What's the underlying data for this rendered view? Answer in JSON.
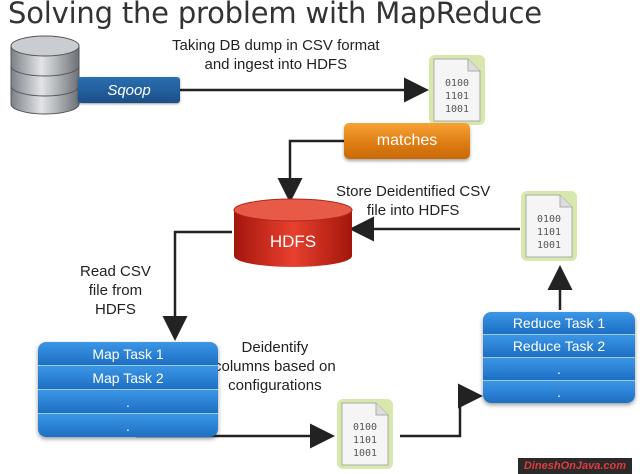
{
  "title": "Solving the problem with MapReduce",
  "sqoop": {
    "label": "Sqoop"
  },
  "ingest_note": {
    "line1": "Taking DB dump in CSV format",
    "line2": "and ingest into HDFS"
  },
  "matches": {
    "label": "matches"
  },
  "hdfs": {
    "label": "HDFS"
  },
  "store_note": {
    "line1": "Store Deidentified CSV",
    "line2": "file into HDFS"
  },
  "read_note": {
    "line1": "Read CSV",
    "line2": "file from",
    "line3": "HDFS"
  },
  "deidentify_note": {
    "line1": "Deidentify",
    "line2": "columns based on",
    "line3": "configurations"
  },
  "map_tasks": [
    "Map Task 1",
    "Map Task 2",
    ".",
    "."
  ],
  "reduce_tasks": [
    "Reduce Task 1",
    "Reduce Task 2",
    ".",
    "."
  ],
  "doc_text": {
    "l1": "0100",
    "l2": "1101",
    "l3": "1001"
  },
  "watermark": "DineshOnJava.com",
  "colors": {
    "sqoop": "#2b6fb3",
    "matches": "#e8861c",
    "hdfs": "#d42a1e",
    "task": "#2a82d8",
    "doc_glow": "#d4e5a3"
  }
}
